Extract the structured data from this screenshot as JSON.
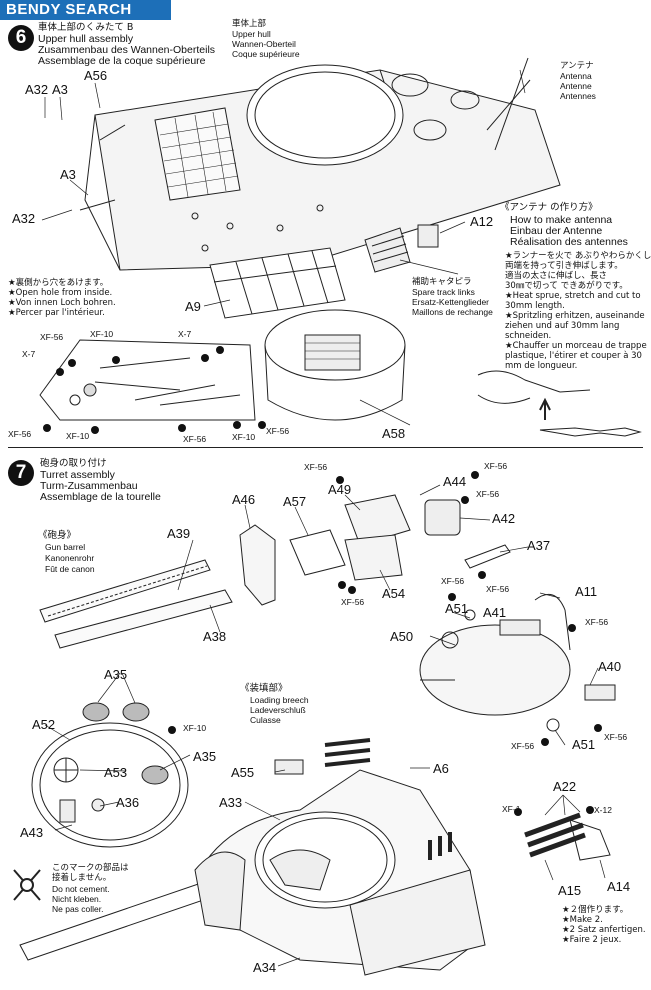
{
  "watermark": "BENDY SEARCH",
  "step6": {
    "number": "6",
    "title_jp": "車体上部のくみたて B",
    "title_en": "Upper hull assembly",
    "title_de": "Zusammenbau des Wannen-Oberteils",
    "title_fr": "Assemblage de la coque supérieure",
    "hull_label_jp": "車体上部",
    "hull_label_en": "Upper hull",
    "hull_label_de": "Wannen-Oberteil",
    "hull_label_fr": "Coque supérieure",
    "antenna_jp": "アンテナ",
    "antenna_en": "Antenna",
    "antenna_de": "Antenne",
    "antenna_fr": "Antennes",
    "howto_jp": "《アンテナ の作り方》",
    "howto_en": "How to make antenna",
    "howto_de": "Einbau der Antenne",
    "howto_fr": "Réalisation des antennes",
    "howto_text": "★ランナーを火で あぶりやわらかくし、\n両端を持って引き伸ばします。\n適当の太さに伸ばし、長さ\n30㎜で切って できあがりです。\n★Heat sprue, stretch and cut to\n30mm length.\n★Spritzling erhitzen, auseinande\nziehen und auf 30mm lang\nschneiden.\n★Chauffer un morceau de trappe\nplastique, l'étirer et couper à 30\nmm de longueur.",
    "hole_text": "★裏側から穴をあけます。\n★Open hole from inside.\n★Von innen Loch bohren.\n★Percer par l'intérieur.",
    "track_jp": "補助キャタピラ",
    "track_en": "Spare track links",
    "track_de": "Ersatz-Kettenglieder",
    "track_fr": "Maillons de rechange",
    "parts": {
      "A32a": "A32",
      "A3a": "A3",
      "A56": "A56",
      "A3b": "A3",
      "A32b": "A32",
      "A12": "A12",
      "A9": "A9",
      "A58": "A58"
    },
    "paints": {
      "xf56a": "XF-56",
      "x7a": "X-7",
      "xf10a": "XF-10",
      "x7b": "X-7",
      "xf56b": "XF-56",
      "xf10b": "XF-10",
      "xf56c": "XF-56",
      "xf10c": "XF-10",
      "xf56d": "XF-56"
    }
  },
  "step7": {
    "number": "7",
    "title_jp": "砲身の取り付け",
    "title_en": "Turret assembly",
    "title_de": "Turm-Zusammenbau",
    "title_fr": "Assemblage de la tourelle",
    "gun_jp": "《砲身》",
    "gun_en": "Gun barrel",
    "gun_de": "Kanonenrohr",
    "gun_fr": "Fût de canon",
    "breech_jp": "《装填部》",
    "breech_en": "Loading breech",
    "breech_de": "Ladeverschluß",
    "breech_fr": "Culasse",
    "nocement_jp": "このマークの部品は\n接着しません。",
    "nocement_en": "Do not cement.",
    "nocement_de": "Nicht kleben.",
    "nocement_fr": "Ne pas coller.",
    "make2": "★２個作ります。\n★Make 2.\n★2 Satz anfertigen.\n★Faire 2 jeux.",
    "parts": {
      "A46": "A46",
      "A57": "A57",
      "A49": "A49",
      "A44": "A44",
      "A42": "A42",
      "A37": "A37",
      "A54": "A54",
      "A39": "A39",
      "A38": "A38",
      "A11": "A11",
      "A51a": "A51",
      "A41": "A41",
      "A50": "A50",
      "A40": "A40",
      "A51b": "A51",
      "A35a": "A35",
      "A52": "A52",
      "A53": "A53",
      "A35b": "A35",
      "A36": "A36",
      "A43": "A43",
      "A55": "A55",
      "A6": "A6",
      "A33": "A33",
      "A22": "A22",
      "A15": "A15",
      "A14": "A14",
      "A34": "A34"
    },
    "paints": {
      "xf56a": "XF-56",
      "xf56b": "XF-56",
      "xf56c": "XF-56",
      "xf56d": "XF-56",
      "xf56e": "XF-56",
      "xf56f": "XF-56",
      "xf56g": "XF-56",
      "xf56h": "XF-56",
      "xf10": "XF-10",
      "xf1": "XF-1",
      "x12": "X-12"
    }
  }
}
